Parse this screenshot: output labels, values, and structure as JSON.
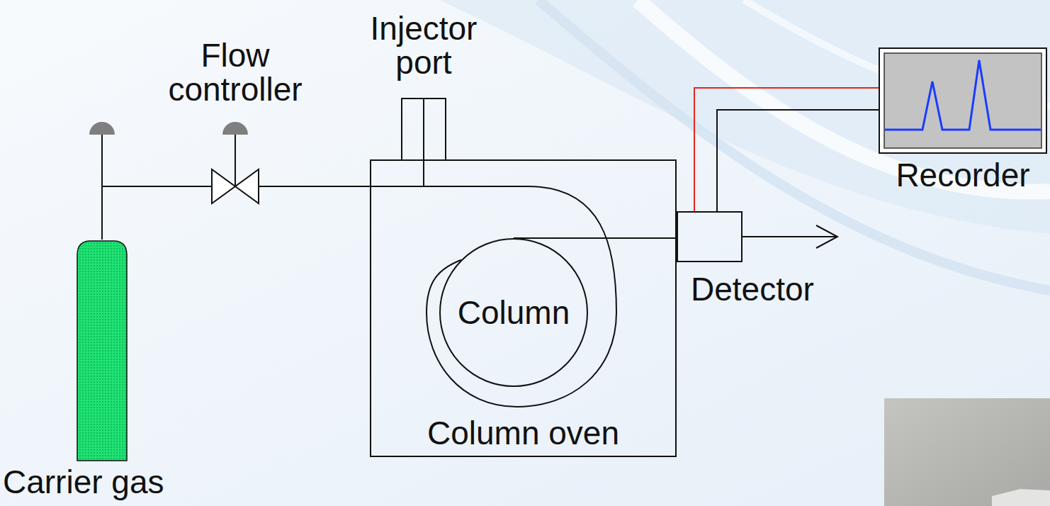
{
  "diagram": {
    "nodes": [
      {
        "text": [
          "Carrier gas"
        ]
      },
      {
        "text": [
          "Flow controller"
        ]
      },
      {
        "text": [
          "Injector port"
        ]
      },
      {
        "text": [
          "Column oven"
        ]
      },
      {
        "text": [
          "Column"
        ],
        "in": 3
      },
      {
        "text": [
          "Detector"
        ]
      },
      {
        "text": [
          "Recorder"
        ]
      }
    ],
    "edges": [
      {
        "from": 0,
        "to": 1,
        "arrow": "none"
      },
      {
        "from": 1,
        "to": 2,
        "arrow": "none"
      },
      {
        "from": 2,
        "to": 4,
        "arrow": "none"
      },
      {
        "from": 4,
        "to": 5,
        "arrow": "none"
      },
      {
        "from": 5,
        "to": 6,
        "arrow": "none"
      },
      {
        "from": 5,
        "to": 6,
        "arrow": "none"
      }
    ]
  }
}
